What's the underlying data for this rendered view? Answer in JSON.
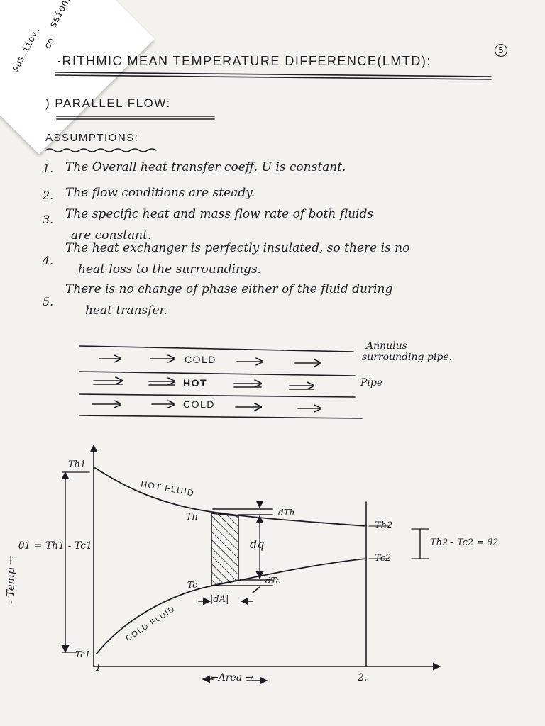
{
  "corner": {
    "text1": "ssions",
    "text2": "sus.iiov.",
    "text3": "co"
  },
  "page_number": "5",
  "title": "·RITHMIC MEAN TEMPERATURE DIFFERENCE(LMTD):",
  "section": ") PARALLEL FLOW:",
  "assumptions_heading": "ASSUMPTIONS:",
  "assumptions": [
    {
      "num": "1.",
      "lines": [
        "The Overall heat transfer coeff. U is constant."
      ]
    },
    {
      "num": "2.",
      "lines": [
        "The flow conditions are steady."
      ]
    },
    {
      "num": "3.",
      "lines": [
        "The specific heat and mass flow rate of both fluids",
        "are constant."
      ]
    },
    {
      "num": "4.",
      "lines": [
        "The heat exchanger is perfectly insulated, so there is no",
        "heat loss to the surroundings."
      ]
    },
    {
      "num": "5.",
      "lines": [
        "There is no change of phase either of the fluid during",
        "heat transfer."
      ]
    }
  ],
  "flow_diagram": {
    "row1": "COLD",
    "row2": "HOT",
    "row3": "COLD",
    "label_annulus": "Annulus",
    "label_surrounding": "surrounding pipe.",
    "label_pipe": "Pipe"
  },
  "graph": {
    "th1": "Th1",
    "tc1": "Tc1",
    "hot_fluid": "HOT FLUID",
    "cold_fluid": "COLD FLUID",
    "th": "Th",
    "tc": "Tc",
    "dth": "dTh",
    "dtc": "dTc",
    "dq": "dq",
    "dA": "|dA|",
    "th2": "Th2",
    "tc2": "Tc2",
    "theta1": "θ1 = Th1 - Tc1",
    "theta2": "Th2 - Tc2 = θ2",
    "ylabel": "- Temp →",
    "xlabel": "←Area →",
    "x1": "1",
    "x2": "2."
  },
  "colors": {
    "ink": "#1c1c22",
    "paper": "#f3f2ef"
  }
}
